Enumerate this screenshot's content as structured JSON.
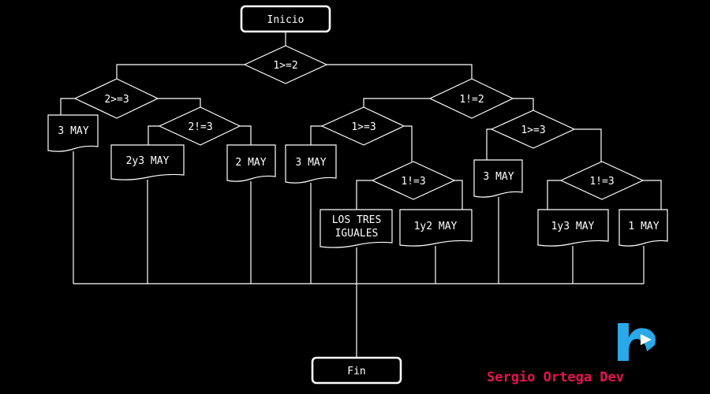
{
  "flowchart": {
    "start": "Inicio",
    "end": "Fin",
    "decisions": {
      "d1": "1>=2",
      "d2": "2>=3",
      "d3": "2!=3",
      "d4": "1!=2",
      "d5": "1>=3",
      "d6": "1!=3",
      "d7": "1>=3",
      "d8": "1!=3"
    },
    "outputs": {
      "o1": "3 MAY",
      "o2": "2y3 MAY",
      "o3": "2 MAY",
      "o4": "3 MAY",
      "o5_line1": "LOS TRES",
      "o5_line2": "IGUALES",
      "o6": "1y2 MAY",
      "o7": "3 MAY",
      "o8": "1y3 MAY",
      "o9": "1 MAY"
    }
  },
  "branding": {
    "text": "Sergio Ortega Dev",
    "color": "#e8134f",
    "logo_color": "#2aa8e8",
    "logo_icon": "brand-logo-icon"
  }
}
